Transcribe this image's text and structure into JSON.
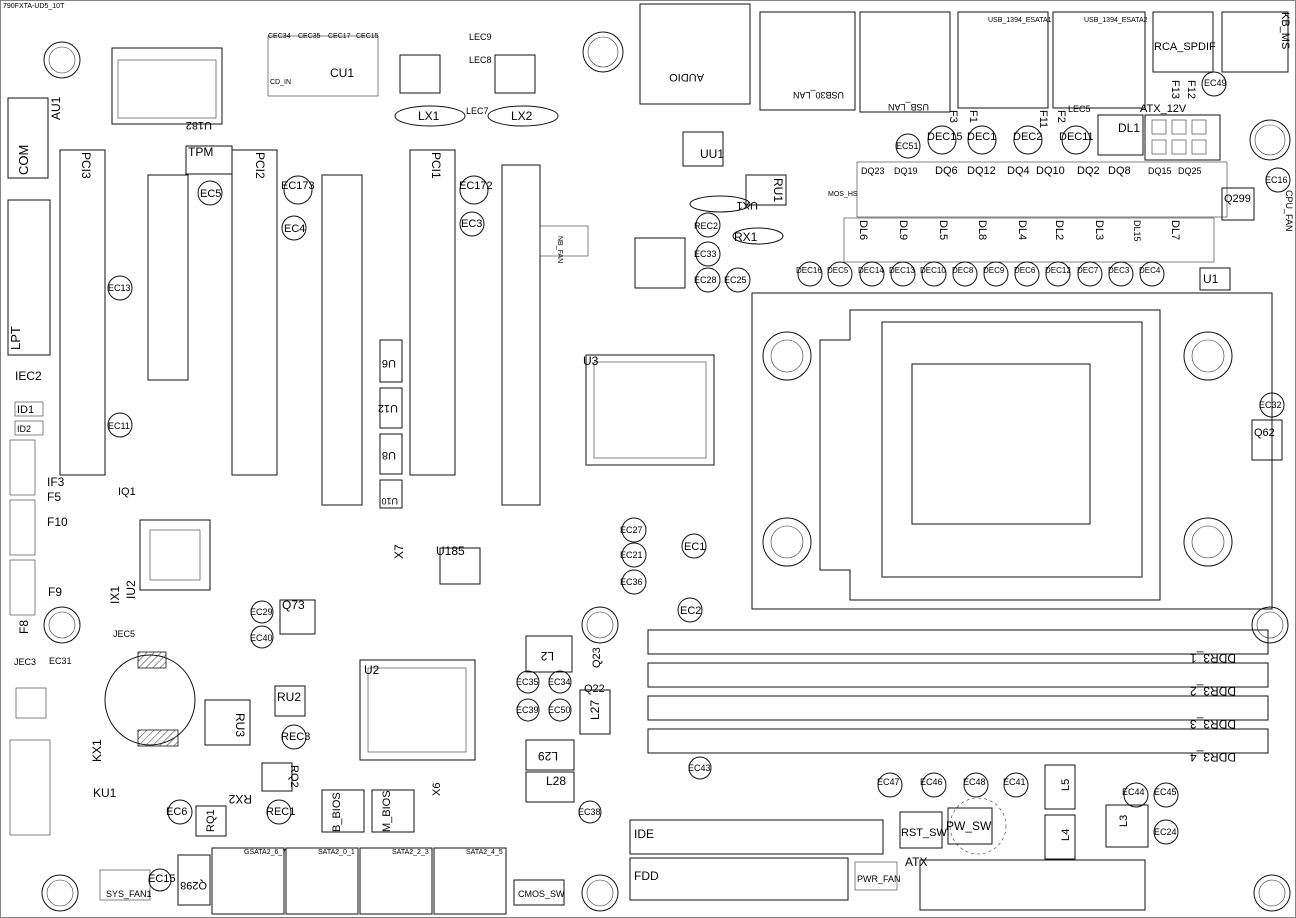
{
  "title": "790FXTA-UD5_10T",
  "labels": {
    "kbms": "KB_MS",
    "rca_spdif": "RCA_SPDIF",
    "usb1394_esata1": "USB_1394_ESATA1",
    "usb1394_esata2": "USB_1394_ESATA2",
    "atx12v": "ATX_12V",
    "audio": "AUDIO",
    "usb30_lan": "USB30_LAN",
    "usb_lan": "USB_LAN",
    "com": "COM",
    "lpt": "LPT",
    "tpm": "TPM",
    "pci1": "PCI1",
    "pci2": "PCI2",
    "pci3": "PCI3",
    "u3": "U3",
    "u2": "U2",
    "u1": "U1",
    "ddr1": "DDR3_1",
    "ddr2": "DDR3_2",
    "ddr3": "DDR3_3",
    "ddr4": "DDR3_4",
    "ide": "IDE",
    "fdd": "FDD",
    "atx": "ATX",
    "rst_sw": "RST_SW",
    "pw_sw": "PW_SW",
    "cmos_sw": "CMOS_SW",
    "pwr_fan": "PWR_FAN",
    "sys_fan1": "SYS_FAN1",
    "cpu_fan": "CPU_FAN",
    "b_bios": "B_BIOS",
    "m_bios": "M_BIOS",
    "nb_fan": "NB_FAN",
    "sata_a": "GSATA2_6_7",
    "sata_b": "SATA2_0_1",
    "sata_c": "SATA2_2_3",
    "sata_d": "SATA2_4_5",
    "mos_hs": "MOS_HS",
    "dl1": "DL1",
    "uu1": "UU1",
    "u185": "U185",
    "lx1": "LX1",
    "lx2": "LX2",
    "cu1": "CU1",
    "cd_in": "CD_IN",
    "ec173": "EC173",
    "ec172": "EC172",
    "ec3": "EC3",
    "ec4": "EC4",
    "ec5": "EC5",
    "ec13": "EC13",
    "ec11": "EC11",
    "ec2": "EC2",
    "ec1": "EC1",
    "ec6": "EC6",
    "ec15": "EC15",
    "ec16": "EC16",
    "ec32": "EC32",
    "ec24": "EC24",
    "ec44": "EC44",
    "ec45": "EC45",
    "ec49": "EC49",
    "ec51": "EC51",
    "ec43": "EC43",
    "ec38": "EC38",
    "ec47": "EC47",
    "ec46": "EC46",
    "ec48": "EC48",
    "ec41": "EC41",
    "ec33": "EC33",
    "ec28": "EC28",
    "ec25": "EC25",
    "ec27": "EC27",
    "ec21": "EC21",
    "ec36": "EC36",
    "ec29": "EC29",
    "ec40": "EC40",
    "ec31": "EC31",
    "ec35": "EC35",
    "ec34": "EC34",
    "ec39": "EC39",
    "ec50": "EC50",
    "lec5": "LEC5",
    "lec9": "LEC9",
    "lec8": "LEC8",
    "lec7": "LEC7",
    "q62": "Q62",
    "q299": "Q299",
    "q73": "Q73",
    "q22": "Q22",
    "q23": "Q23",
    "q298": "Q298",
    "ru1": "RU1",
    "ru2": "RU2",
    "ru3": "RU3",
    "rx1": "RX1",
    "rx2": "RX2",
    "rec1": "REC1",
    "rec2": "REC2",
    "rec3": "REC3",
    "rq1": "RQ1",
    "rq2": "RQ2",
    "ku1": "KU1",
    "ux1": "UX1",
    "l2": "L2",
    "l27": "L27",
    "l28": "L28",
    "l29": "L29",
    "l3": "L3",
    "l4": "L4",
    "l5": "L5",
    "id1": "ID1",
    "id2": "ID2",
    "if3": "IF3",
    "f5": "F5",
    "f10": "F10",
    "f9": "F9",
    "f8": "F8",
    "iec2": "IEC2",
    "jec3": "JEC3",
    "jec5": "JEC5",
    "au1": "AU1",
    "u182": "U182",
    "u6": "U6",
    "u12": "U12",
    "u8": "U8",
    "u10": "U10",
    "x6": "X6",
    "x7": "X7",
    "dl_labels": [
      "DL6",
      "DL9",
      "DL5",
      "DL8",
      "DL4",
      "DL2",
      "DL3",
      "DL15",
      "DL7"
    ],
    "dq_labels": [
      "DQ23",
      "DQ19",
      "DQ6",
      "DQ12",
      "DQ4",
      "DQ10",
      "DQ2",
      "DQ8",
      "DQ15",
      "DQ25"
    ],
    "dec_top": [
      "DEC15",
      "DEC1",
      "DEC2",
      "DEC11"
    ],
    "dec_row": [
      "DEC16",
      "DEC5",
      "DEC14",
      "DEC13",
      "DEC10",
      "DEC8",
      "DEC9",
      "DEC6",
      "DEC12",
      "DEC7",
      "DEC3",
      "DEC4"
    ],
    "cec_labels": [
      "CEC34",
      "CEC35",
      "CEC17",
      "CEC15"
    ],
    "f_labels": [
      "F1",
      "F2",
      "F3",
      "F11",
      "F13",
      "F12"
    ]
  }
}
